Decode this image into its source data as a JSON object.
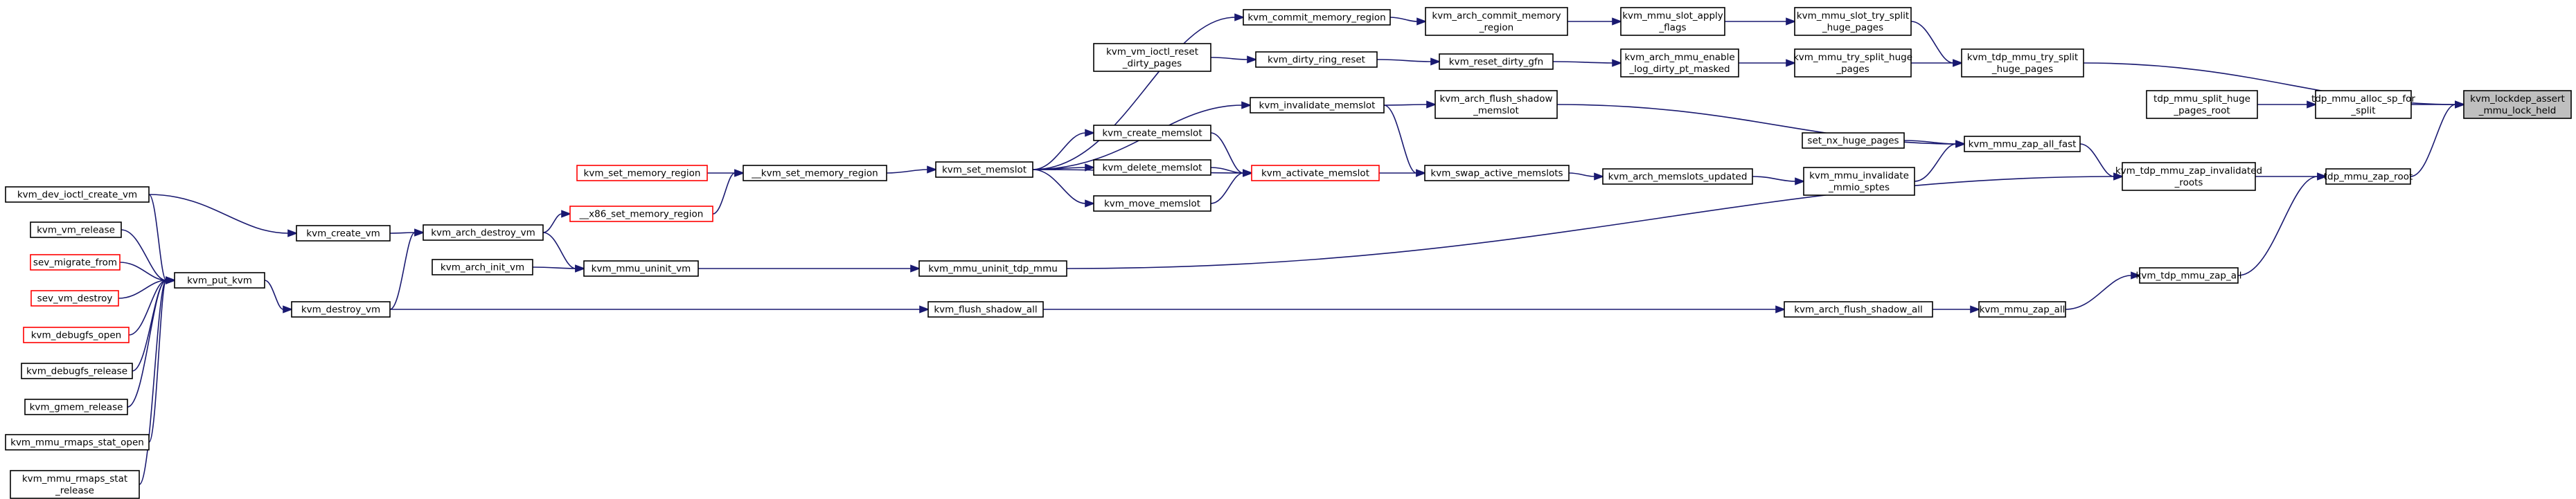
{
  "diagram": {
    "title": "",
    "colors": {
      "edge": "#191970",
      "node_border": "#000000",
      "node_border_truncated": "#ff0000",
      "node_fill": "#ffffff",
      "focus_fill": "#bfbfbf"
    },
    "nodes": [
      {
        "id": "root",
        "lines": [
          "kvm_lockdep_assert",
          "_mmu_lock_held"
        ],
        "style": "focus"
      },
      {
        "id": "alloc_sp",
        "lines": [
          "tdp_mmu_alloc_sp_for",
          "_split"
        ]
      },
      {
        "id": "zap_root",
        "lines": [
          "tdp_mmu_zap_root"
        ]
      },
      {
        "id": "split_root",
        "lines": [
          "tdp_mmu_split_huge",
          "_pages_root"
        ]
      },
      {
        "id": "try_split",
        "lines": [
          "kvm_tdp_mmu_try_split",
          "_huge_pages"
        ]
      },
      {
        "id": "zap_invalidated",
        "lines": [
          "kvm_tdp_mmu_zap_invalidated",
          "_roots"
        ]
      },
      {
        "id": "tdp_zap_all",
        "lines": [
          "kvm_tdp_mmu_zap_all"
        ]
      },
      {
        "id": "slot_try_split",
        "lines": [
          "kvm_mmu_slot_try_split",
          "_huge_pages"
        ]
      },
      {
        "id": "mmu_try_split",
        "lines": [
          "kvm_mmu_try_split_huge",
          "_pages"
        ]
      },
      {
        "id": "zap_all_fast",
        "lines": [
          "kvm_mmu_zap_all_fast"
        ]
      },
      {
        "id": "uninit_tdp",
        "lines": [
          "kvm_mmu_uninit_tdp_mmu"
        ]
      },
      {
        "id": "mmu_zap_all",
        "lines": [
          "kvm_mmu_zap_all"
        ]
      },
      {
        "id": "slot_apply",
        "lines": [
          "kvm_mmu_slot_apply",
          "_flags"
        ]
      },
      {
        "id": "arch_enable_log",
        "lines": [
          "kvm_arch_mmu_enable",
          "_log_dirty_pt_masked"
        ]
      },
      {
        "id": "set_nx",
        "lines": [
          "set_nx_huge_pages"
        ]
      },
      {
        "id": "invalidate_mmio",
        "lines": [
          "kvm_mmu_invalidate",
          "_mmio_sptes"
        ]
      },
      {
        "id": "arch_flush_all",
        "lines": [
          "kvm_arch_flush_shadow_all"
        ]
      },
      {
        "id": "arch_commit",
        "lines": [
          "kvm_arch_commit_memory",
          "_region"
        ]
      },
      {
        "id": "reset_dirty_gfn",
        "lines": [
          "kvm_reset_dirty_gfn"
        ]
      },
      {
        "id": "arch_flush_memslot",
        "lines": [
          "kvm_arch_flush_shadow",
          "_memslot"
        ]
      },
      {
        "id": "swap_active",
        "lines": [
          "kvm_swap_active_memslots"
        ]
      },
      {
        "id": "memslots_updated",
        "lines": [
          "kvm_arch_memslots_updated"
        ]
      },
      {
        "id": "commit_region",
        "lines": [
          "kvm_commit_memory_region"
        ]
      },
      {
        "id": "dirty_ring_reset",
        "lines": [
          "kvm_dirty_ring_reset"
        ]
      },
      {
        "id": "invalidate_memslot",
        "lines": [
          "kvm_invalidate_memslot"
        ]
      },
      {
        "id": "activate_memslot",
        "lines": [
          "kvm_activate_memslot"
        ],
        "style": "red"
      },
      {
        "id": "create_memslot",
        "lines": [
          "kvm_create_memslot"
        ]
      },
      {
        "id": "delete_memslot",
        "lines": [
          "kvm_delete_memslot"
        ]
      },
      {
        "id": "move_memslot",
        "lines": [
          "kvm_move_memslot"
        ]
      },
      {
        "id": "vm_ioctl_reset",
        "lines": [
          "kvm_vm_ioctl_reset",
          "_dirty_pages"
        ]
      },
      {
        "id": "set_memslot",
        "lines": [
          "kvm_set_memslot"
        ]
      },
      {
        "id": "flush_shadow_all",
        "lines": [
          "kvm_flush_shadow_all"
        ]
      },
      {
        "id": "dunder_set_region",
        "lines": [
          "__kvm_set_memory_region"
        ]
      },
      {
        "id": "set_region",
        "lines": [
          "kvm_set_memory_region"
        ],
        "style": "red"
      },
      {
        "id": "x86_set_region",
        "lines": [
          "__x86_set_memory_region"
        ],
        "style": "red"
      },
      {
        "id": "uninit_vm",
        "lines": [
          "kvm_mmu_uninit_vm"
        ]
      },
      {
        "id": "arch_destroy",
        "lines": [
          "kvm_arch_destroy_vm"
        ]
      },
      {
        "id": "arch_init",
        "lines": [
          "kvm_arch_init_vm"
        ]
      },
      {
        "id": "create_vm",
        "lines": [
          "kvm_create_vm"
        ]
      },
      {
        "id": "destroy_vm",
        "lines": [
          "kvm_destroy_vm"
        ]
      },
      {
        "id": "put_kvm",
        "lines": [
          "kvm_put_kvm"
        ]
      },
      {
        "id": "dev_ioctl",
        "lines": [
          "kvm_dev_ioctl_create_vm"
        ]
      },
      {
        "id": "vm_release",
        "lines": [
          "kvm_vm_release"
        ]
      },
      {
        "id": "sev_migrate",
        "lines": [
          "sev_migrate_from"
        ],
        "style": "red"
      },
      {
        "id": "sev_destroy",
        "lines": [
          "sev_vm_destroy"
        ],
        "style": "red"
      },
      {
        "id": "debugfs_open",
        "lines": [
          "kvm_debugfs_open"
        ],
        "style": "red"
      },
      {
        "id": "debugfs_release",
        "lines": [
          "kvm_debugfs_release"
        ]
      },
      {
        "id": "gmem_release",
        "lines": [
          "kvm_gmem_release"
        ]
      },
      {
        "id": "rmaps_open",
        "lines": [
          "kvm_mmu_rmaps_stat_open"
        ]
      },
      {
        "id": "rmaps_release",
        "lines": [
          "kvm_mmu_rmaps_stat",
          "_release"
        ]
      }
    ],
    "edges": [
      [
        "alloc_sp",
        "root"
      ],
      [
        "zap_root",
        "root"
      ],
      [
        "try_split",
        "root"
      ],
      [
        "split_root",
        "alloc_sp"
      ],
      [
        "zap_invalidated",
        "zap_root"
      ],
      [
        "tdp_zap_all",
        "zap_root"
      ],
      [
        "slot_try_split",
        "try_split"
      ],
      [
        "mmu_try_split",
        "try_split"
      ],
      [
        "zap_all_fast",
        "zap_invalidated"
      ],
      [
        "uninit_tdp",
        "zap_invalidated"
      ],
      [
        "mmu_zap_all",
        "tdp_zap_all"
      ],
      [
        "slot_apply",
        "slot_try_split"
      ],
      [
        "arch_enable_log",
        "mmu_try_split"
      ],
      [
        "set_nx",
        "zap_all_fast"
      ],
      [
        "invalidate_mmio",
        "zap_all_fast"
      ],
      [
        "arch_flush_memslot",
        "zap_all_fast"
      ],
      [
        "arch_flush_all",
        "mmu_zap_all"
      ],
      [
        "arch_commit",
        "slot_apply"
      ],
      [
        "reset_dirty_gfn",
        "arch_enable_log"
      ],
      [
        "memslots_updated",
        "invalidate_mmio"
      ],
      [
        "flush_shadow_all",
        "arch_flush_all"
      ],
      [
        "commit_region",
        "arch_commit"
      ],
      [
        "dirty_ring_reset",
        "reset_dirty_gfn"
      ],
      [
        "invalidate_memslot",
        "arch_flush_memslot"
      ],
      [
        "swap_active",
        "memslots_updated"
      ],
      [
        "invalidate_memslot",
        "swap_active"
      ],
      [
        "activate_memslot",
        "swap_active"
      ],
      [
        "vm_ioctl_reset",
        "dirty_ring_reset"
      ],
      [
        "set_memslot",
        "commit_region"
      ],
      [
        "set_memslot",
        "invalidate_memslot"
      ],
      [
        "set_memslot",
        "create_memslot"
      ],
      [
        "set_memslot",
        "delete_memslot"
      ],
      [
        "set_memslot",
        "move_memslot"
      ],
      [
        "set_memslot",
        "activate_memslot"
      ],
      [
        "create_memslot",
        "activate_memslot"
      ],
      [
        "delete_memslot",
        "activate_memslot"
      ],
      [
        "move_memslot",
        "activate_memslot"
      ],
      [
        "uninit_vm",
        "uninit_tdp"
      ],
      [
        "dunder_set_region",
        "set_memslot"
      ],
      [
        "set_region",
        "dunder_set_region"
      ],
      [
        "x86_set_region",
        "dunder_set_region"
      ],
      [
        "arch_destroy",
        "x86_set_region"
      ],
      [
        "arch_destroy",
        "uninit_vm"
      ],
      [
        "arch_init",
        "uninit_vm"
      ],
      [
        "create_vm",
        "arch_destroy"
      ],
      [
        "destroy_vm",
        "arch_destroy"
      ],
      [
        "destroy_vm",
        "flush_shadow_all"
      ],
      [
        "put_kvm",
        "destroy_vm"
      ],
      [
        "dev_ioctl",
        "create_vm"
      ],
      [
        "dev_ioctl",
        "put_kvm"
      ],
      [
        "vm_release",
        "put_kvm"
      ],
      [
        "sev_migrate",
        "put_kvm"
      ],
      [
        "sev_destroy",
        "put_kvm"
      ],
      [
        "debugfs_open",
        "put_kvm"
      ],
      [
        "debugfs_release",
        "put_kvm"
      ],
      [
        "gmem_release",
        "put_kvm"
      ],
      [
        "rmaps_open",
        "put_kvm"
      ],
      [
        "rmaps_release",
        "put_kvm"
      ]
    ]
  }
}
